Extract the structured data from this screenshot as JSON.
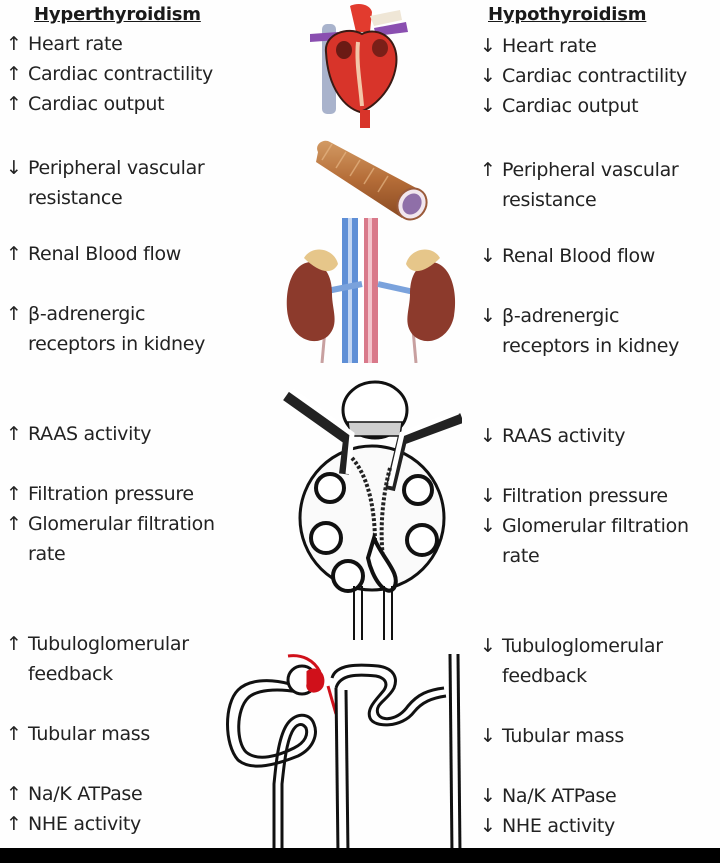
{
  "left": {
    "heading": "Hyperthyroidism",
    "items": [
      {
        "arrow": "↑",
        "lines": [
          "Heart rate"
        ]
      },
      {
        "arrow": "↑",
        "lines": [
          "Cardiac contractility"
        ]
      },
      {
        "arrow": "↑",
        "lines": [
          "Cardiac output"
        ]
      },
      {
        "arrow": "↓",
        "lines": [
          "Peripheral vascular",
          "resistance"
        ]
      },
      {
        "arrow": "↑",
        "lines": [
          "Renal Blood flow"
        ]
      },
      {
        "arrow": "↑",
        "lines": [
          "β-adrenergic",
          "receptors in kidney"
        ]
      },
      {
        "arrow": "↑",
        "lines": [
          "RAAS activity"
        ]
      },
      {
        "arrow": "↑",
        "lines": [
          "Filtration pressure"
        ]
      },
      {
        "arrow": "↑",
        "lines": [
          "Glomerular filtration",
          "rate"
        ]
      },
      {
        "arrow": "↑",
        "lines": [
          "Tubuloglomerular",
          "feedback"
        ]
      },
      {
        "arrow": "↑",
        "lines": [
          "Tubular mass"
        ]
      },
      {
        "arrow": "↑",
        "lines": [
          "Na/K ATPase"
        ]
      },
      {
        "arrow": "↑",
        "lines": [
          "NHE activity"
        ]
      }
    ]
  },
  "right": {
    "heading": "Hypothyroidism",
    "items": [
      {
        "arrow": "↓",
        "lines": [
          "Heart rate"
        ]
      },
      {
        "arrow": "↓",
        "lines": [
          "Cardiac contractility"
        ]
      },
      {
        "arrow": "↓",
        "lines": [
          "Cardiac output"
        ]
      },
      {
        "arrow": "↑",
        "lines": [
          "Peripheral vascular",
          "resistance"
        ]
      },
      {
        "arrow": "↓",
        "lines": [
          "Renal Blood flow"
        ]
      },
      {
        "arrow": "↓",
        "lines": [
          "β-adrenergic",
          "receptors in kidney"
        ]
      },
      {
        "arrow": "↓",
        "lines": [
          "RAAS activity"
        ]
      },
      {
        "arrow": "↓",
        "lines": [
          "Filtration pressure"
        ]
      },
      {
        "arrow": "↓",
        "lines": [
          "Glomerular filtration",
          "rate"
        ]
      },
      {
        "arrow": "↓",
        "lines": [
          "Tubuloglomerular",
          "feedback"
        ]
      },
      {
        "arrow": "↓",
        "lines": [
          "Tubular mass"
        ]
      },
      {
        "arrow": "↓",
        "lines": [
          "Na/K ATPase"
        ]
      },
      {
        "arrow": "↓",
        "lines": [
          "NHE activity"
        ]
      }
    ]
  },
  "illustrations": [
    {
      "name": "heart-illustration"
    },
    {
      "name": "blood-vessel-illustration"
    },
    {
      "name": "kidneys-illustration"
    },
    {
      "name": "glomerulus-illustration"
    },
    {
      "name": "nephron-illustration"
    }
  ],
  "colors": {
    "text": "#222222",
    "heart_red": "#d8342a",
    "vessel_brown": "#b8703a",
    "kidney_brown": "#8c3a2c",
    "macula_red": "#d0101a",
    "outline": "#111111"
  }
}
